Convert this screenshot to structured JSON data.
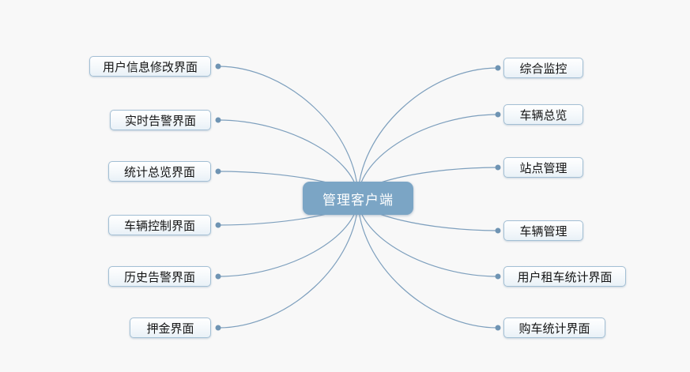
{
  "central": {
    "label": "管理客户端"
  },
  "left_nodes": [
    {
      "label": "用户信息修改界面"
    },
    {
      "label": "实时告警界面"
    },
    {
      "label": "统计总览界面"
    },
    {
      "label": "车辆控制界面"
    },
    {
      "label": "历史告警界面"
    },
    {
      "label": "押金界面"
    }
  ],
  "right_nodes": [
    {
      "label": "综合监控"
    },
    {
      "label": "车辆总览"
    },
    {
      "label": "站点管理"
    },
    {
      "label": "车辆管理"
    },
    {
      "label": "用户租车统计界面"
    },
    {
      "label": "购车统计界面"
    }
  ],
  "colors": {
    "background": "#f8f8f8",
    "connector_line": "#7d9fbd",
    "connector_dot": "#6f94b3",
    "leaf_border": "#a3bfd4",
    "leaf_text": "#141414",
    "central_fill": "#7ba5c5",
    "central_text": "#ffffff"
  }
}
